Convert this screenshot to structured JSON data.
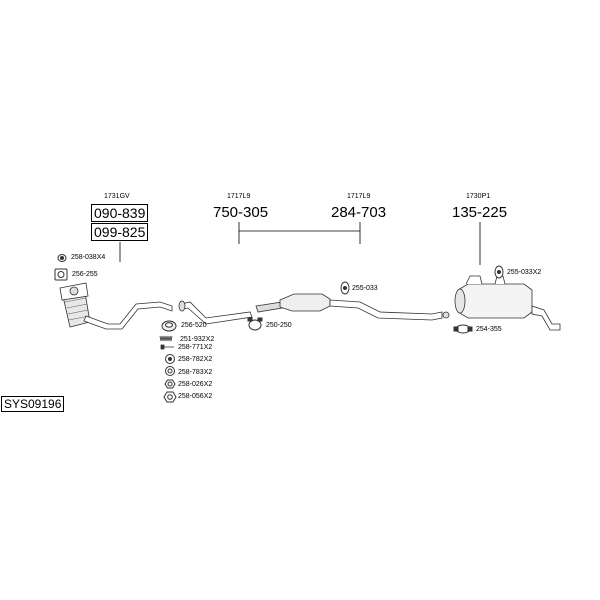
{
  "diagram_id": "SYS09196",
  "groups": [
    {
      "ref": "1731GV",
      "codes": [
        "090-839",
        "099-825"
      ]
    },
    {
      "ref": "1717L9",
      "code": "750-305"
    },
    {
      "ref": "1717L9",
      "code": "284-703"
    },
    {
      "ref": "1730P1",
      "code": "135-225"
    }
  ],
  "parts": [
    "258-038X4",
    "256-255",
    "256-520",
    "251-932X2",
    "258-771X2",
    "258-782X2",
    "258-783X2",
    "258-026X2",
    "258-056X2",
    "250-250",
    "255-033",
    "255-033X2",
    "254-355"
  ]
}
